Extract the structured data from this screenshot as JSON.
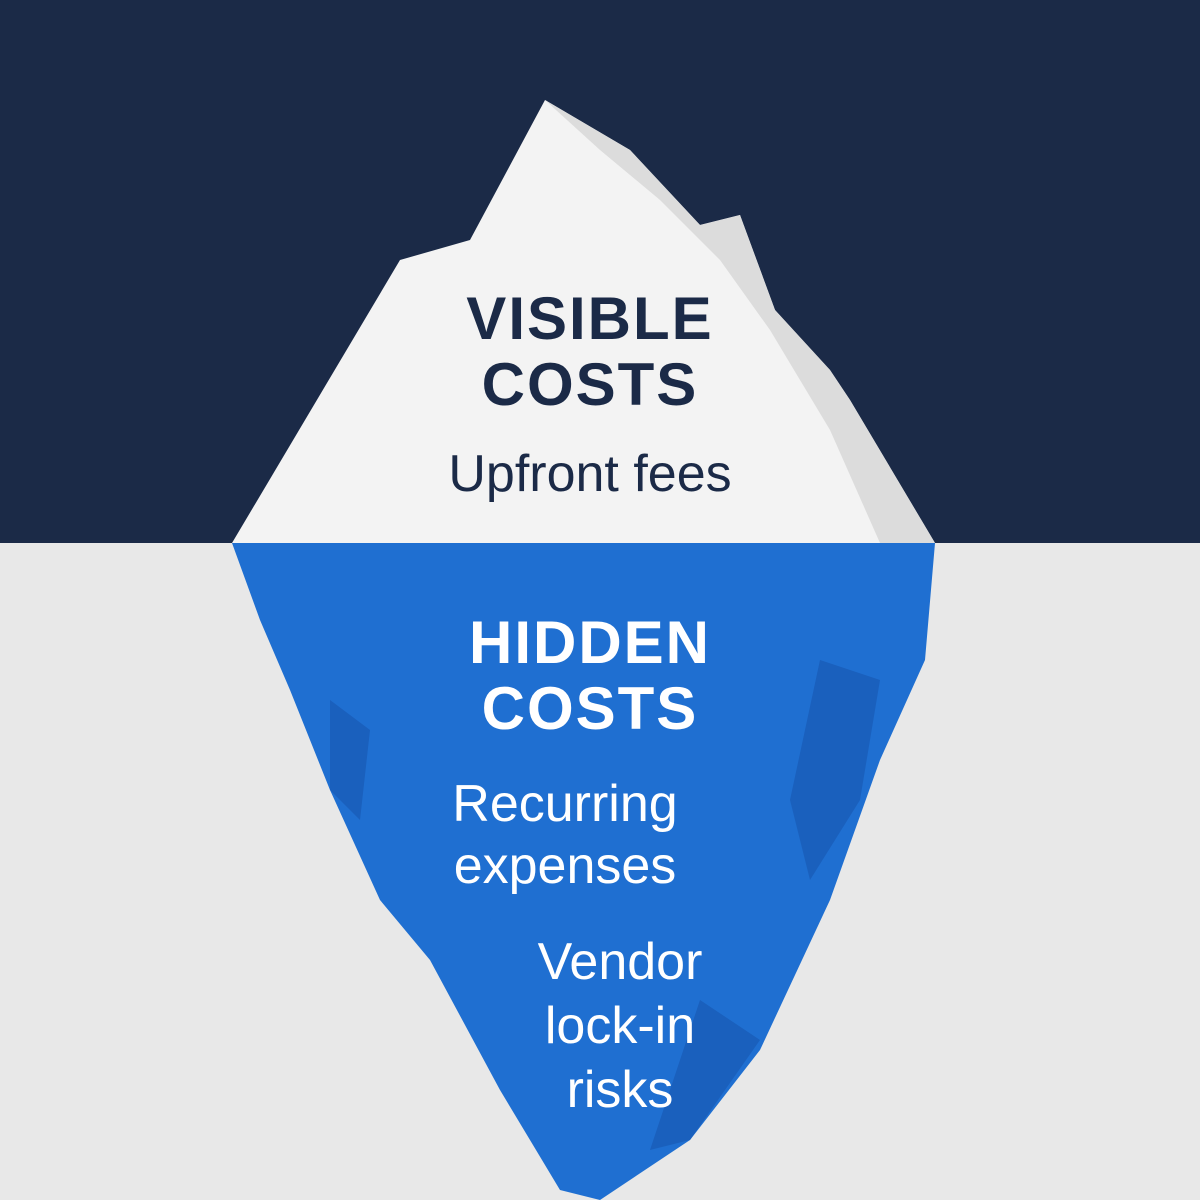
{
  "colors": {
    "sky": "#1b2a47",
    "sea": "#e8e8e8",
    "ice_tip": "#f3f3f3",
    "ice_shade": "#dcdcdc",
    "ice_underwater": "#1f6fd1",
    "ice_underwater_shade": "#1a60bd",
    "text_dark": "#1b2a47",
    "text_light": "#ffffff"
  },
  "iceberg": {
    "above": {
      "heading_line1": "VISIBLE",
      "heading_line2": "COSTS",
      "items": [
        {
          "line1": "Upfront fees"
        }
      ]
    },
    "below": {
      "heading_line1": "HIDDEN",
      "heading_line2": "COSTS",
      "items": [
        {
          "line1": "Recurring",
          "line2": "expenses"
        },
        {
          "line1": "Vendor",
          "line2": "lock-in",
          "line3": "risks"
        }
      ]
    }
  }
}
